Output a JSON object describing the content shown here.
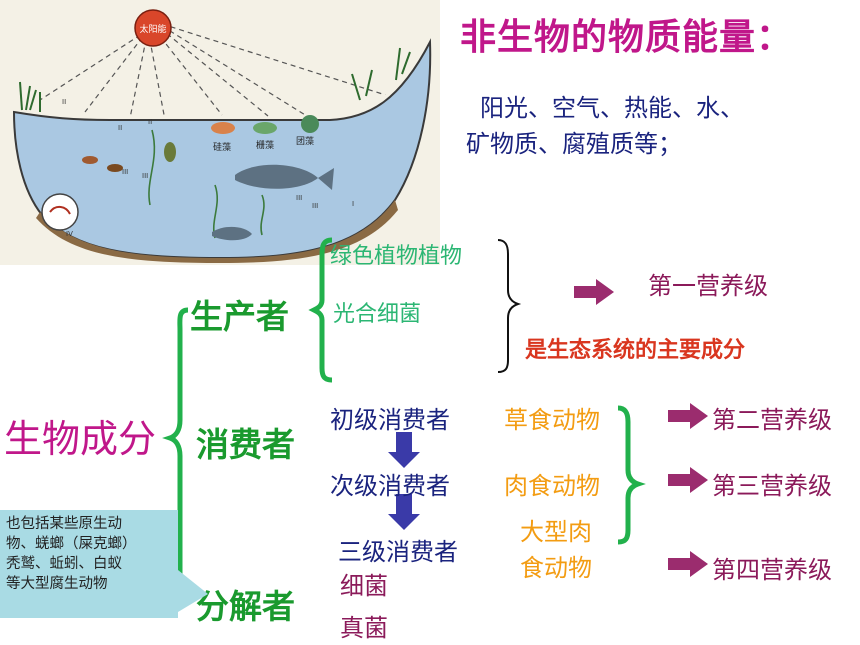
{
  "pond": {
    "sun_label": "太阳能",
    "tags": [
      "硅藻",
      "栅藻",
      "团藻"
    ],
    "roman": [
      "II",
      "II",
      "II",
      "III",
      "III",
      "III",
      "III",
      "I",
      "IV"
    ]
  },
  "title": "非生物的物质能量：",
  "nonbio": {
    "line1": "阳光、空气、热能、水、",
    "line2": "矿物质、腐殖质等；"
  },
  "bio_components": "生物成分",
  "roles": {
    "producer": "生产者",
    "consumer": "消费者",
    "decomposer": "分解者"
  },
  "producers": {
    "item1": "绿色植物植物",
    "item2": "光合细菌"
  },
  "main_component": "是生态系统的主要成分",
  "consumers": {
    "primary": "初级消费者",
    "secondary": "次级消费者",
    "tertiary": "三级消费者",
    "herbivore": "草食动物",
    "carnivore": "肉食动物",
    "large1": "大型肉",
    "large2": "食动物"
  },
  "decomposers": {
    "item1": "细菌",
    "item2": "真菌"
  },
  "levels": {
    "l1": "第一营养级",
    "l2": "第二营养级",
    "l3": "第三营养级",
    "l4": "第四营养级"
  },
  "note": {
    "line1": "也包括某些原生动",
    "line2": "物、蜣螂（屎克螂）",
    "line3": "秃鹫、蚯蚓、白蚁",
    "line4": "等大型腐生动物"
  },
  "colors": {
    "title": "#c0178a",
    "role": "#1a9a2e",
    "bracket": "#22b14c",
    "arrow": "#9b2c6e",
    "down_arrow": "#3a3aa8",
    "note_bg": "#a9dbe4",
    "water": "#aac8e2"
  }
}
